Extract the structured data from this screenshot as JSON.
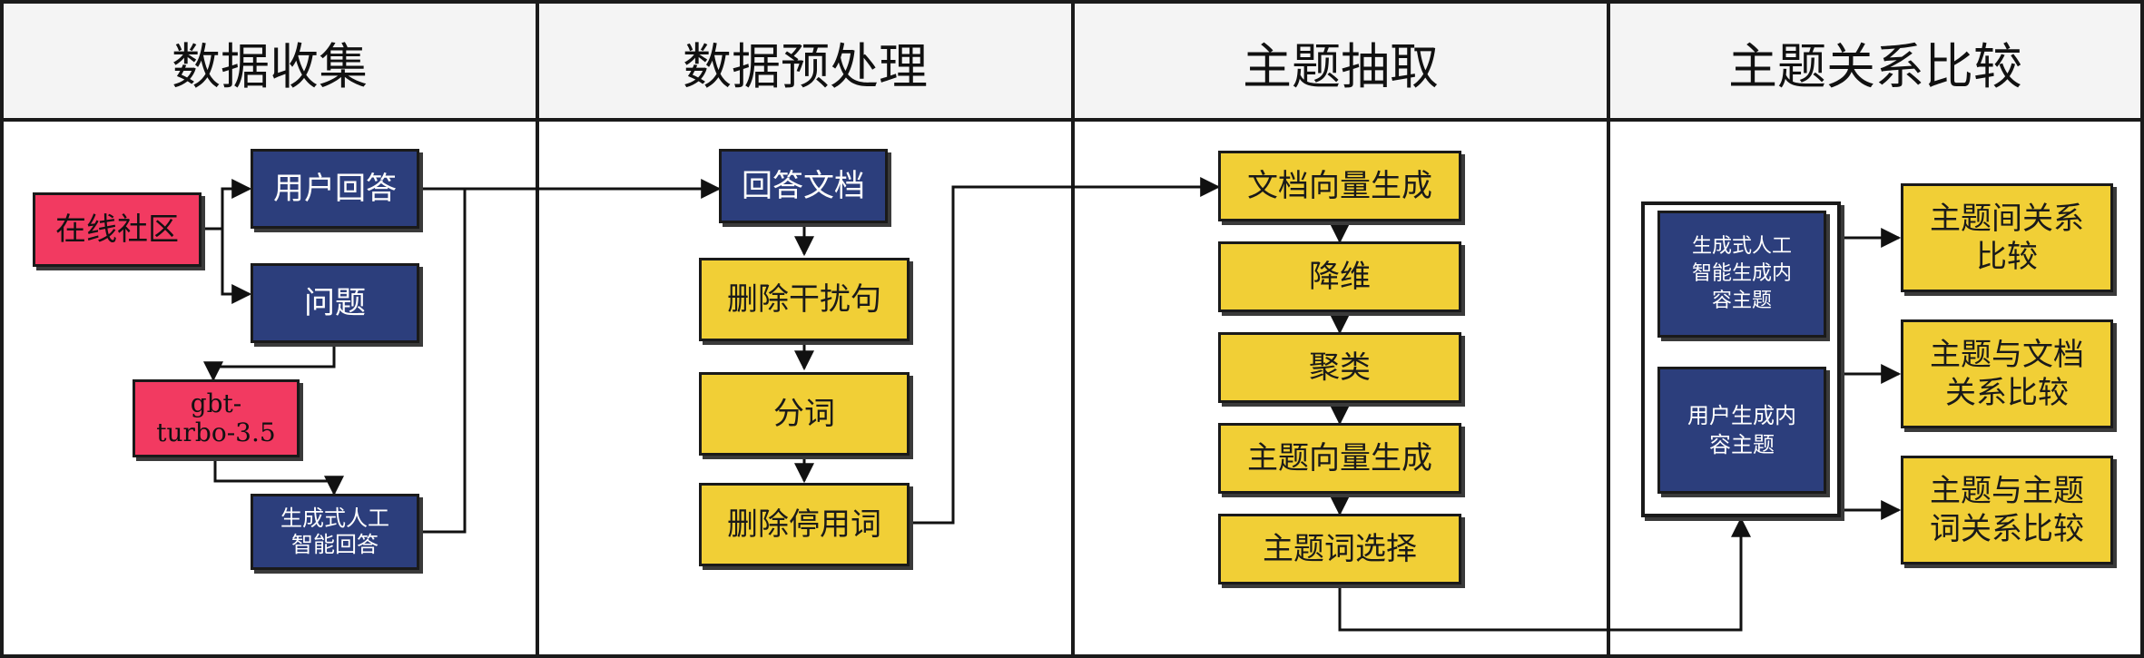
{
  "columns": [
    {
      "header": "数据收集"
    },
    {
      "header": "数据预处理"
    },
    {
      "header": "主题抽取"
    },
    {
      "header": "主题关系比较"
    }
  ],
  "collection": {
    "online_community": "在线社区",
    "user_answer": "用户回答",
    "question": "问题",
    "gpt_model": "gbt-\nturbo-3.5",
    "ai_answer": "生成式人工\n智能回答"
  },
  "preprocessing": {
    "answer_document": "回答文档",
    "remove_noise": "删除干扰句",
    "tokenize": "分词",
    "remove_stopwords": "删除停用词"
  },
  "extraction": {
    "doc_vector": "文档向量生成",
    "dim_reduction": "降维",
    "clustering": "聚类",
    "topic_vector": "主题向量生成",
    "topic_word_select": "主题词选择"
  },
  "comparison": {
    "aigc_topic": "生成式人工\n智能生成内\n容主题",
    "ugc_topic": "用户生成内\n容主题",
    "inter_topic": "主题间关系\n比较",
    "topic_doc": "主题与文档\n关系比较",
    "topic_word": "主题与主题\n词关系比较"
  },
  "colors": {
    "blue": "#2c3e7c",
    "yellow": "#f1cf36",
    "red": "#f23a61",
    "header_bg": "#f4f4f4"
  }
}
